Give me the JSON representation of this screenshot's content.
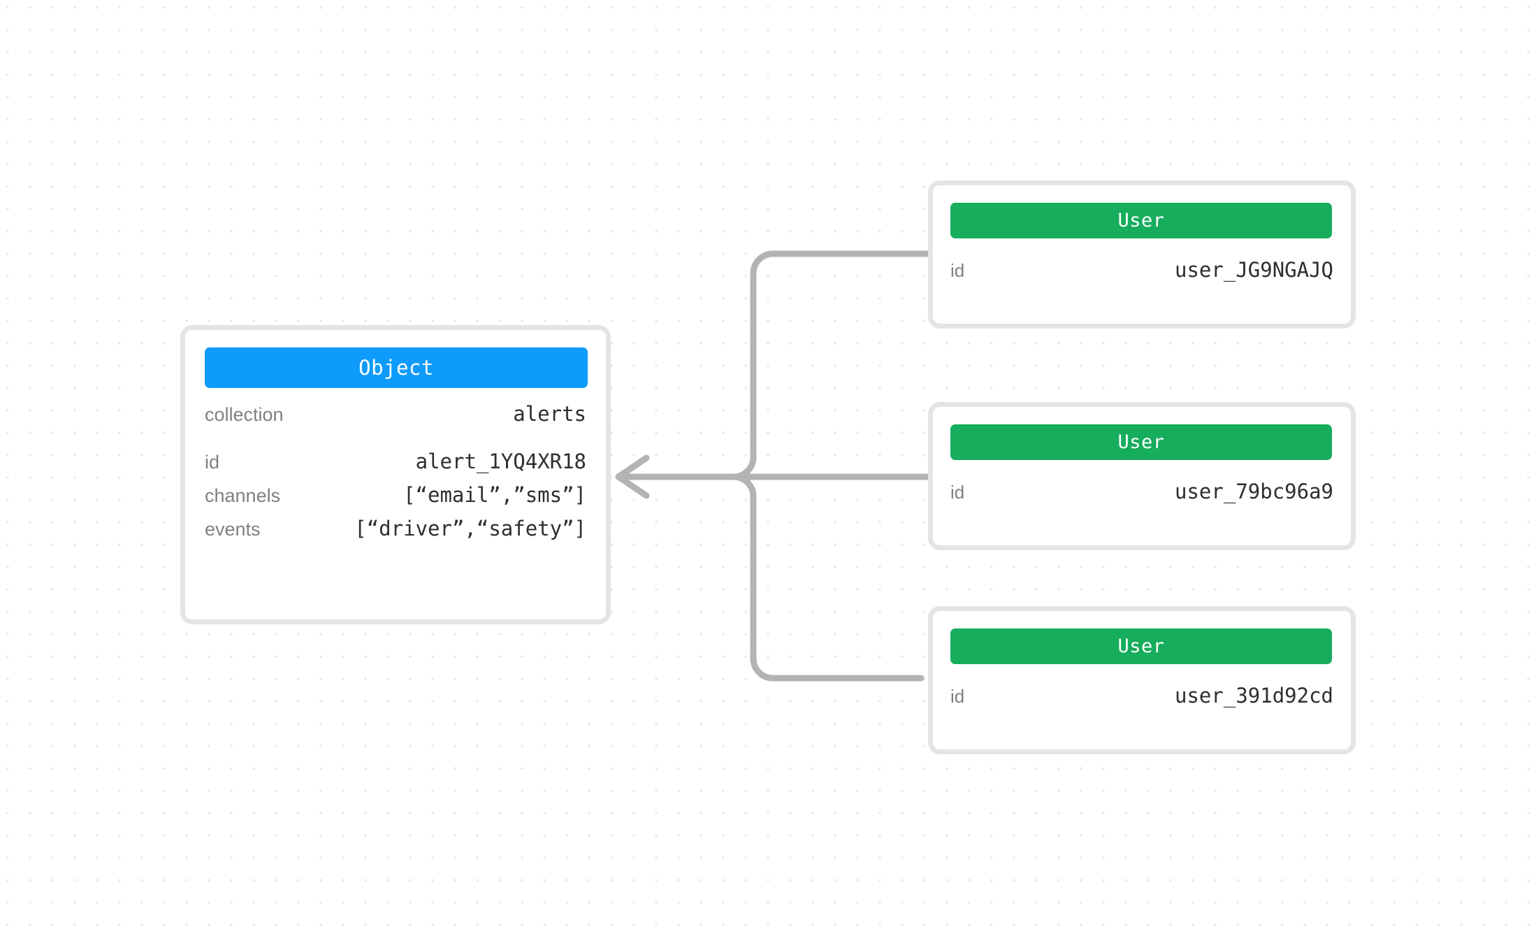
{
  "canvas": {
    "background_color": "#ffffff",
    "dot_color": "#e3e3e3",
    "edge_color": "#b3b3b3"
  },
  "object_node": {
    "type_label": "Object",
    "header_color": "#0f9bfb",
    "sections": [
      {
        "rows": [
          {
            "label": "collection",
            "value": "alerts"
          }
        ]
      },
      {
        "rows": [
          {
            "label": "id",
            "value": "alert_1YQ4XR18"
          },
          {
            "label": "channels",
            "value": "[“email”,”sms”]"
          },
          {
            "label": "events",
            "value": "[“driver”,“safety”]"
          }
        ]
      }
    ]
  },
  "user_nodes": [
    {
      "type_label": "User",
      "header_color": "#16ad5c",
      "rows": [
        {
          "label": "id",
          "value": "user_JG9NGAJQ"
        }
      ]
    },
    {
      "type_label": "User",
      "header_color": "#16ad5c",
      "rows": [
        {
          "label": "id",
          "value": "user_79bc96a9"
        }
      ]
    },
    {
      "type_label": "User",
      "header_color": "#16ad5c",
      "rows": [
        {
          "label": "id",
          "value": "user_391d92cd"
        }
      ]
    }
  ],
  "edges": [
    {
      "from": "user_nodes.0",
      "to": "object_node",
      "style": "orthogonal-rounded",
      "arrow": "end"
    },
    {
      "from": "user_nodes.1",
      "to": "object_node",
      "style": "orthogonal-rounded",
      "arrow": "end"
    },
    {
      "from": "user_nodes.2",
      "to": "object_node",
      "style": "orthogonal-rounded",
      "arrow": "end"
    }
  ]
}
